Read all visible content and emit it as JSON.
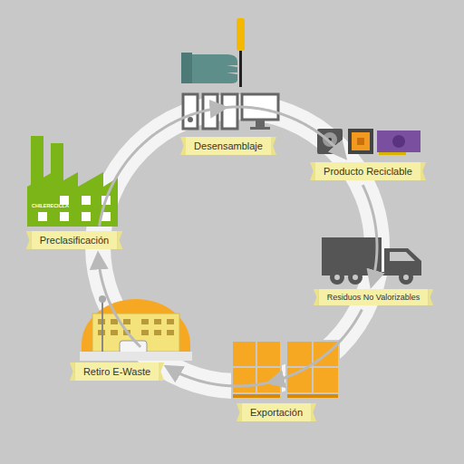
{
  "diagram": {
    "nodes": [
      {
        "text": [
          "Desensamblaje"
        ]
      },
      {
        "text": [
          "Producto Reciclable"
        ]
      },
      {
        "text": [
          "Preclasificación"
        ]
      },
      {
        "text": [
          "Residuos No Valorizables"
        ]
      },
      {
        "text": [
          "Retiro E-Waste"
        ]
      },
      {
        "text": [
          "Exportación"
        ]
      }
    ],
    "edges": [
      {
        "from": 2,
        "to": 0,
        "arrow": "to"
      },
      {
        "from": 0,
        "to": 1,
        "arrow": "to"
      },
      {
        "from": 1,
        "to": 3,
        "arrow": "to"
      },
      {
        "from": 3,
        "to": 5,
        "arrow": "to"
      },
      {
        "from": 5,
        "to": 4,
        "arrow": "to"
      },
      {
        "from": 4,
        "to": 2,
        "arrow": "to"
      }
    ],
    "labels": [
      "CHILERECICLA"
    ]
  }
}
